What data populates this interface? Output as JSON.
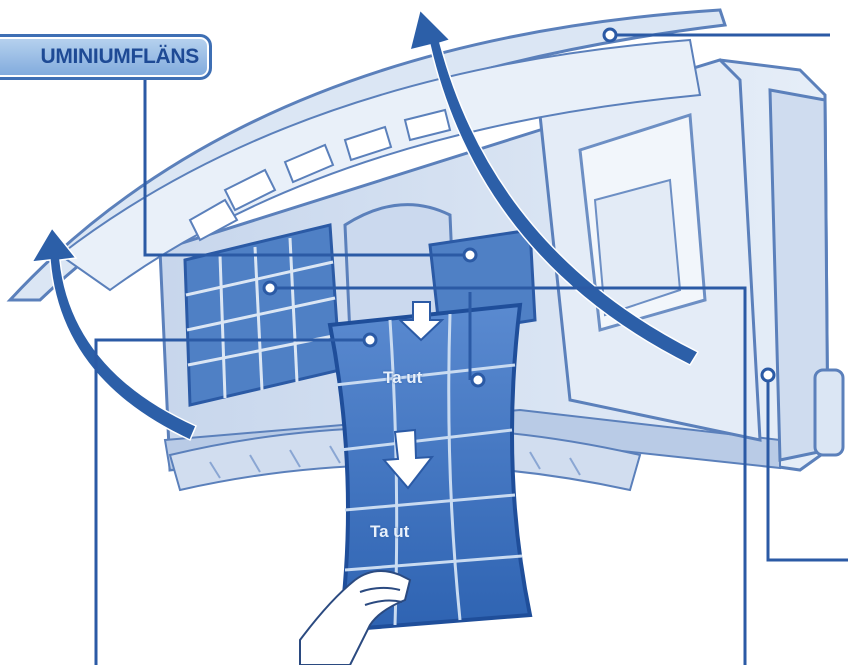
{
  "callout": {
    "label": "UMINIUMFLÄNS"
  },
  "filter": {
    "upper_text": "Ta ut",
    "lower_text": "Ta ut"
  },
  "colors": {
    "line": "#2b5aa5",
    "panel": "#dbe6f4",
    "panel_dark": "#b3c7e3",
    "filter": "#3f74c0",
    "badge": "#8fb4e2"
  }
}
